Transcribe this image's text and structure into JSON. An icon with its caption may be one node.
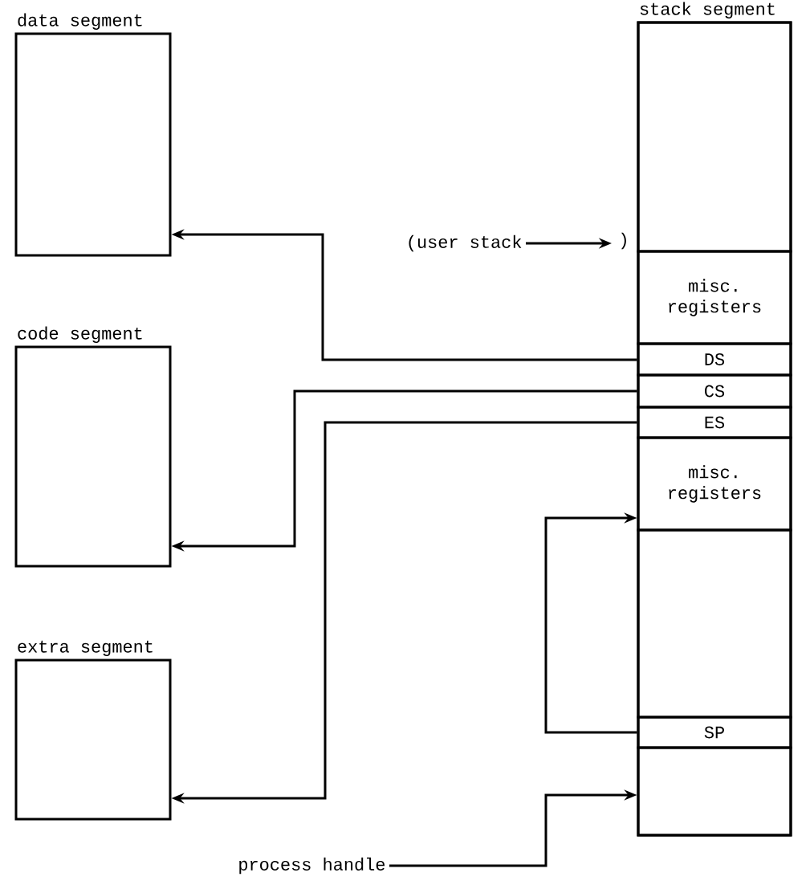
{
  "diagram": {
    "nodes": [
      {
        "text": [
          "data segment"
        ]
      },
      {
        "text": [
          "code segment"
        ]
      },
      {
        "text": [
          "extra segment"
        ]
      },
      {
        "text": [
          "stack segment"
        ]
      },
      {
        "text": [],
        "shape": "box",
        "in": 3
      },
      {
        "text": [
          "misc. registers"
        ],
        "in": 3
      },
      {
        "text": [
          "DS"
        ],
        "in": 3
      },
      {
        "text": [
          "CS"
        ],
        "in": 3
      },
      {
        "text": [
          "ES"
        ],
        "in": 3
      },
      {
        "text": [
          "misc. registers"
        ],
        "in": 3
      },
      {
        "text": [],
        "shape": "box",
        "in": 3
      },
      {
        "text": [
          "SP"
        ],
        "in": 3
      },
      {
        "text": [],
        "shape": "box",
        "in": 3
      },
      {
        "text": [
          "(user stack"
        ]
      },
      {
        "text": [
          "process handle"
        ]
      }
    ],
    "edges": [
      {
        "from": 6,
        "to": 0,
        "arrow": "to"
      },
      {
        "from": 7,
        "to": 1,
        "arrow": "to"
      },
      {
        "from": 8,
        "to": 2,
        "arrow": "to"
      },
      {
        "from": 11,
        "to": 9,
        "arrow": "to"
      },
      {
        "from": 14,
        "to": 12,
        "arrow": "to"
      },
      {
        "from": 13,
        "to": null,
        "arrow": "to"
      }
    ],
    "labels": [
      ")"
    ]
  }
}
